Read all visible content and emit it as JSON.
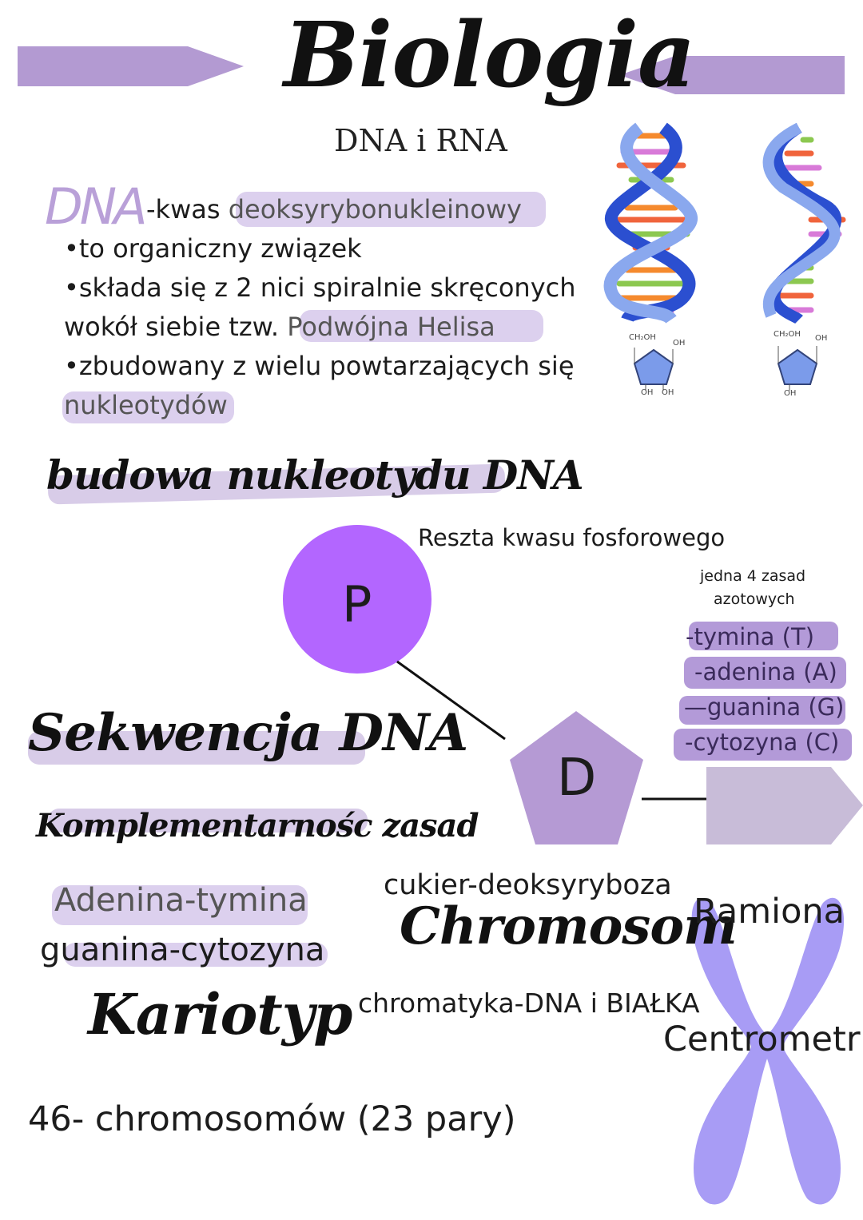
{
  "title": "Biologia",
  "subtitle": "DNA i RNA",
  "colors": {
    "accent": "#b39ad2",
    "highlight": "#dcd0ee",
    "phosphate": "#b366ff",
    "sugar": "#b59ad4",
    "base_arrow": "#c8bcd8",
    "chromosome": "#a89cf5"
  },
  "dna_intro": {
    "abbr": "DNA",
    "definition_prefix": "-kwas ",
    "definition_highlight": "deoksyrybonukleinowy",
    "bullets": [
      "•to organiczny związek",
      "•składa się z 2 nici spiralnie skręconych",
      "wokół siebie tzw. ",
      "Podwójna Helisa",
      "•zbudowany z wielu powtarzających się",
      "nukleotydów"
    ]
  },
  "illustration": {
    "sugar_labels_left": [
      "CH₂OH",
      "OH",
      "OH",
      "OH"
    ],
    "sugar_labels_right": [
      "CH₂OH",
      "OH",
      "OH"
    ]
  },
  "nucleotide": {
    "heading": "budowa nukleotydu DNA",
    "phosphate_letter": "P",
    "phosphate_label": "Reszta kwasu fosforowego",
    "sugar_letter": "D",
    "sugar_label": "cukier-deoksyryboza",
    "bases_heading_1": "jedna  4 zasad",
    "bases_heading_2": "azotowych",
    "bases": [
      "-tymina (T)",
      "-adenina (A)",
      "—guanina (G)",
      "-cytozyna (C)"
    ]
  },
  "sequence": {
    "heading": "Sekwencja DNA",
    "subheading": "Komplementarnośc zasad",
    "pairs": [
      "Adenina-tymina",
      "guanina-cytozyna"
    ]
  },
  "chromosome": {
    "heading": "Chromosom",
    "description": "chromatyka-DNA i BIAŁKA",
    "arms_label": "Ramiona",
    "centromere_label": "Centrometr"
  },
  "karyotype": {
    "heading": "Kariotyp",
    "description": "46- chromosomów (23 pary)"
  }
}
